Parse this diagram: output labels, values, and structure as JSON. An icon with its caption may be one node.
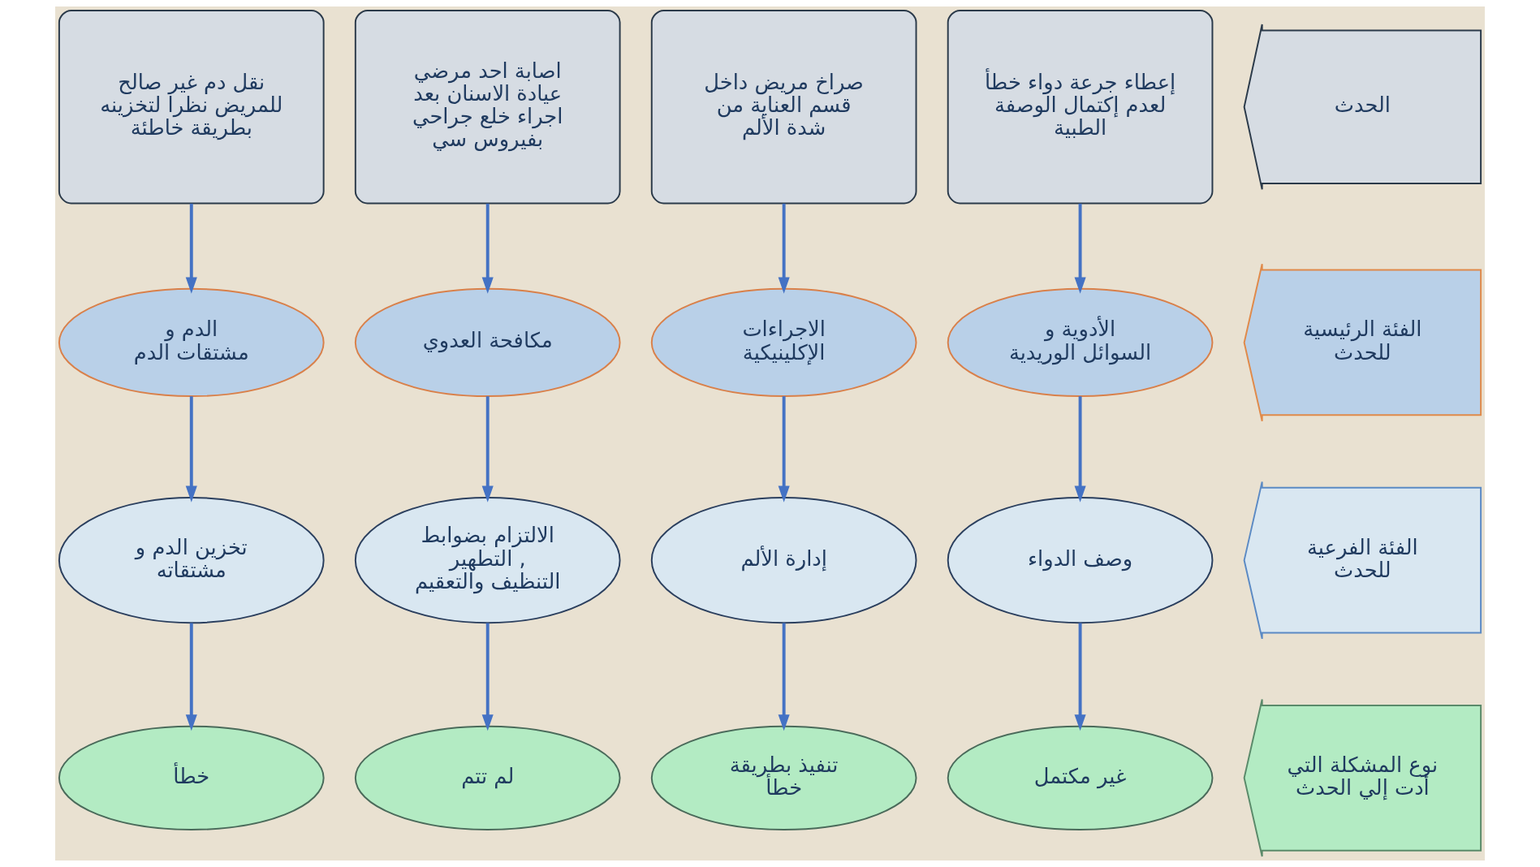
{
  "diagram": {
    "nodes": [
      {
        "text": [
          "الحدث"
        ]
      },
      {
        "text": [
          "إعطاء جرعة دواء خطأ لعدم إكتمال الوصفة الطبية"
        ]
      },
      {
        "text": [
          "صراخ مريض داخل قسم العناية من شدة الألم"
        ]
      },
      {
        "text": [
          "اصابة احد مرضي عيادة الاسنان بعد اجراء خلع جراحي بفيروس سي"
        ]
      },
      {
        "text": [
          "نقل دم غير صالح للمريض نظرا لتخزينه بطريقة خاطئة"
        ]
      },
      {
        "text": [
          "الفئة الرئيسية للحدث"
        ]
      },
      {
        "text": [
          "الأدوية و السوائل الوريدية"
        ]
      },
      {
        "text": [
          "الاجراءات الإكلينيكية"
        ]
      },
      {
        "text": [
          "مكافحة العدوي"
        ]
      },
      {
        "text": [
          "الدم و مشتقات الدم"
        ]
      },
      {
        "text": [
          "الفئة الفرعية للحدث"
        ]
      },
      {
        "text": [
          "وصف الدواء"
        ]
      },
      {
        "text": [
          "إدارة الألم"
        ]
      },
      {
        "text": [
          "الالتزام بضوابط التطهير , التنظيف والتعقيم"
        ]
      },
      {
        "text": [
          "تخزين الدم و مشتقاته"
        ]
      },
      {
        "text": [
          "نوع المشكلة التي أدت إلي الحدث"
        ]
      },
      {
        "text": [
          "غير مكتمل"
        ]
      },
      {
        "text": [
          "تنفيذ بطريقة خطأ"
        ]
      },
      {
        "text": [
          "لم تتم"
        ]
      },
      {
        "text": [
          "خطأ"
        ]
      }
    ],
    "edges": [
      {
        "from": 1,
        "to": 6,
        "arrow": "to"
      },
      {
        "from": 6,
        "to": 11,
        "arrow": "to"
      },
      {
        "from": 11,
        "to": 16,
        "arrow": "to"
      },
      {
        "from": 2,
        "to": 7,
        "arrow": "to"
      },
      {
        "from": 7,
        "to": 12,
        "arrow": "to"
      },
      {
        "from": 12,
        "to": 17,
        "arrow": "to"
      },
      {
        "from": 3,
        "to": 8,
        "arrow": "to"
      },
      {
        "from": 8,
        "to": 13,
        "arrow": "to"
      },
      {
        "from": 13,
        "to": 18,
        "arrow": "to"
      },
      {
        "from": 4,
        "to": 9,
        "arrow": "to"
      },
      {
        "from": 9,
        "to": 14,
        "arrow": "to"
      },
      {
        "from": 14,
        "to": 19,
        "arrow": "to"
      }
    ]
  }
}
